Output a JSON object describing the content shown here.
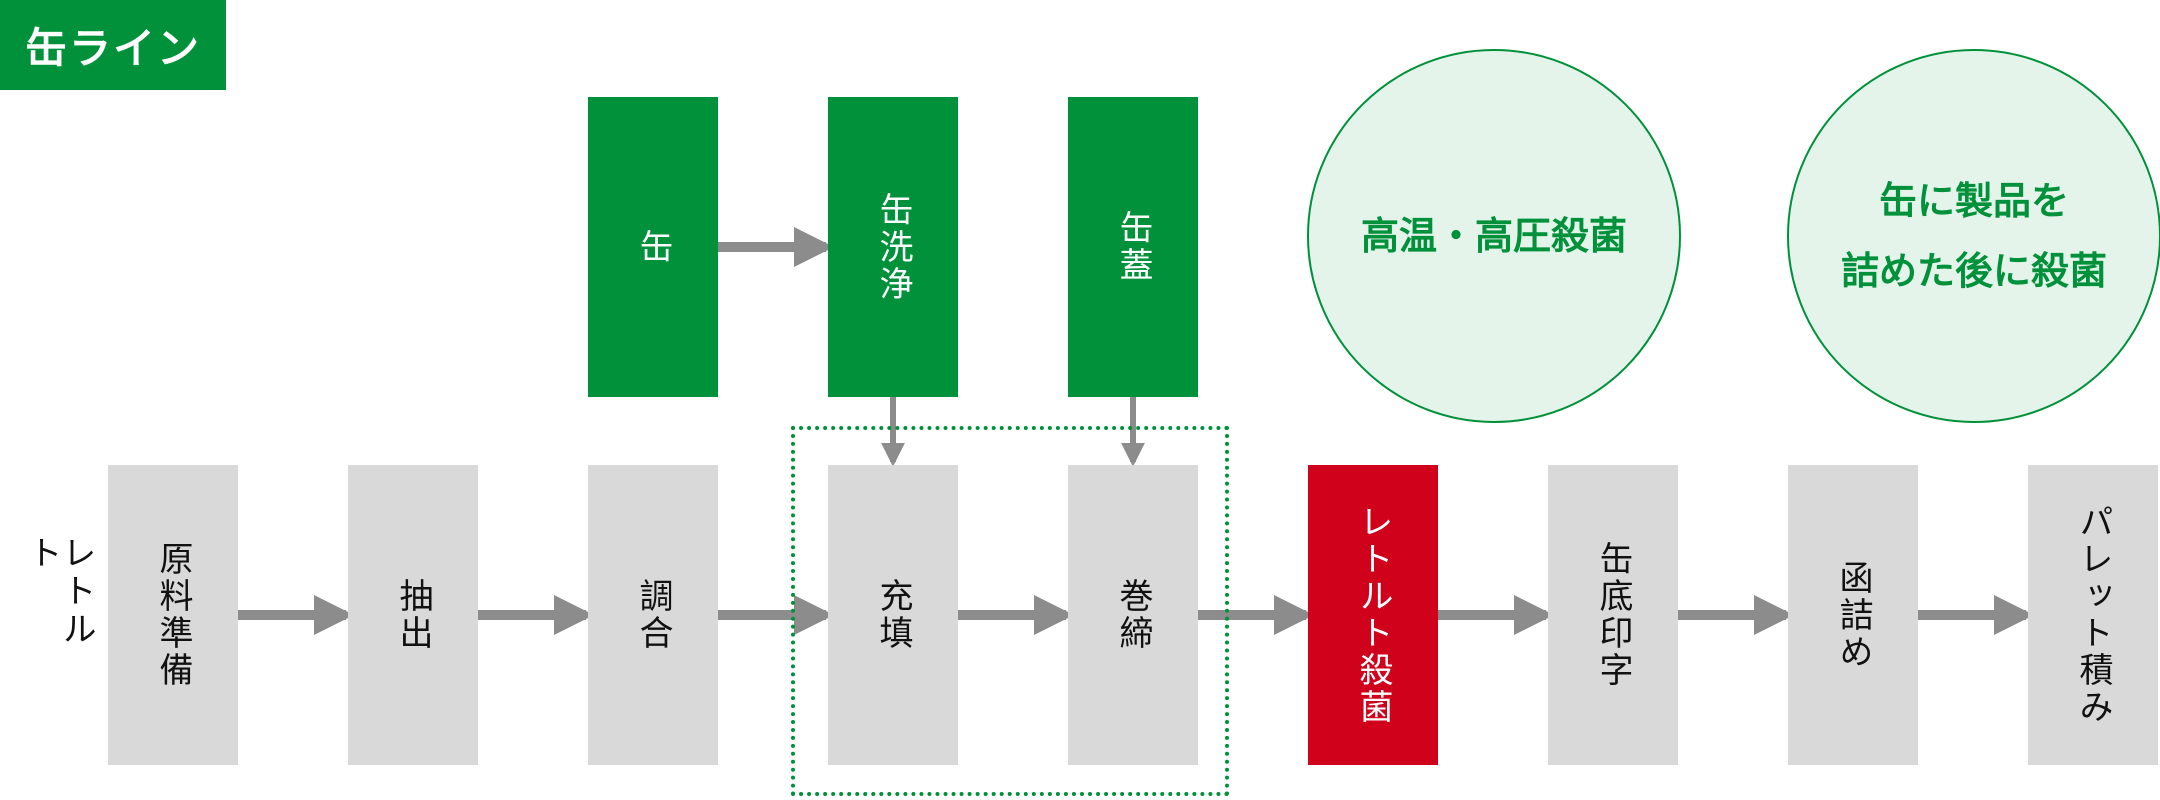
{
  "header": {
    "tag_label": "缶ライン"
  },
  "side_label": "レトルト",
  "top_boxes": {
    "can": "缶",
    "can_wash": "缶洗浄",
    "can_lid": "缶蓋"
  },
  "process_steps": {
    "raw_prep": "原料準備",
    "extraction": "抽出",
    "blending": "調合",
    "filling": "充填",
    "seaming": "巻締",
    "retort": "レトルト殺菌",
    "bottom_print": "缶底印字",
    "boxing": "函詰め",
    "palletizing": "パレット積み"
  },
  "circles": {
    "high_temp": {
      "line1": "高温・高圧殺菌"
    },
    "after_fill": {
      "line1": "缶に製品を",
      "line2": "詰めた後に殺菌"
    }
  },
  "colors": {
    "brand_green": "#00913a",
    "retort_red": "#d0021b",
    "step_gray": "#d9d9d9",
    "arrow_gray": "#8c8c8c",
    "circle_fill": "#e4f4eb"
  }
}
